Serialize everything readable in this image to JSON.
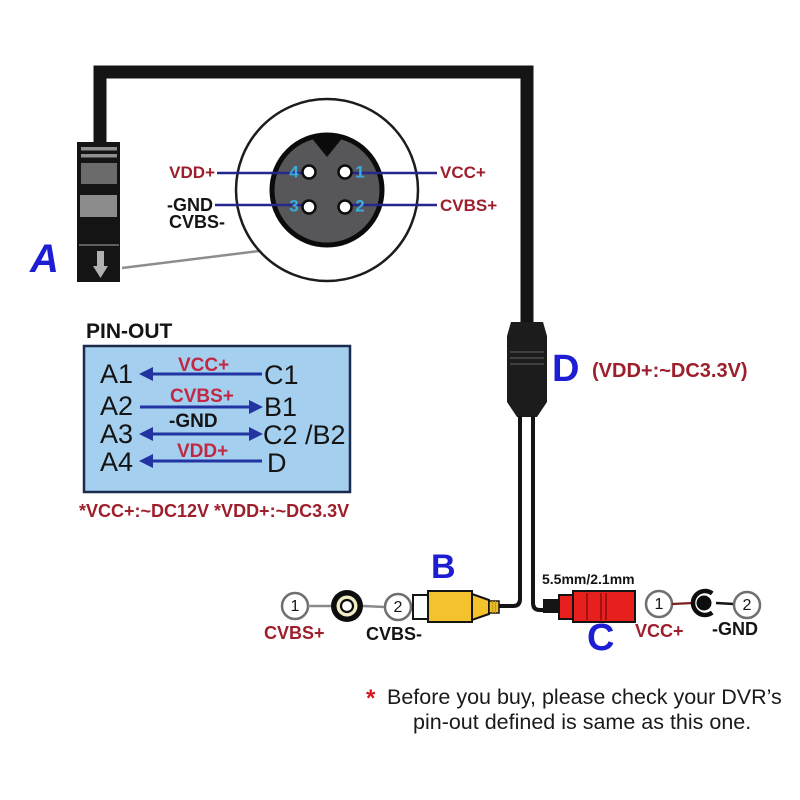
{
  "colors": {
    "dark_red_label": "#9e1f2c",
    "crimson_table_label": "#c02944",
    "blue_connector_letter": "#1d1dd4",
    "navy_wire_line": "#26268c",
    "cyan_pin_number": "#38aede",
    "table_background": "#a4cfee",
    "rca_yellow": "#f3c22d",
    "dc_jack_red": "#e8201d",
    "footnote_asterisk_red": "#d51920",
    "cable_black": "#141414"
  },
  "top": {
    "connector_a_label": "A",
    "face": {
      "pin_numbers": {
        "p4": "4",
        "p1": "1",
        "p3": "3",
        "p2": "2"
      },
      "left_labels": {
        "vdd": "VDD+",
        "gnd": "-GND",
        "cvbs_minus": "CVBS-"
      },
      "right_labels": {
        "vcc": "VCC+",
        "cvbs_plus": "CVBS+"
      }
    }
  },
  "pinout": {
    "title": "PIN-OUT",
    "rows": [
      {
        "left": "A1",
        "signal": "VCC+",
        "right": "C1",
        "direction": "left"
      },
      {
        "left": "A2",
        "signal": "CVBS+",
        "right": "B1",
        "direction": "right"
      },
      {
        "left": "A3",
        "signal": "-GND",
        "right": "C2 /B2",
        "direction": "both"
      },
      {
        "left": "A4",
        "signal": "VDD+",
        "right": "D",
        "direction": "left"
      }
    ],
    "note": "*VCC+:~DC12V *VDD+:~DC3.3V"
  },
  "d_section": {
    "label": "D",
    "voltage_note": "(VDD+:~DC3.3V)"
  },
  "b_section": {
    "label": "B",
    "pin1": "1",
    "pin1_label": "CVBS+",
    "pin2": "2",
    "pin2_label": "CVBS-"
  },
  "c_section": {
    "label": "C",
    "size": "5.5mm/2.1mm",
    "pin1": "1",
    "pin1_label": "VCC+",
    "pin2": "2",
    "pin2_label": "-GND"
  },
  "footnote": {
    "mark": "*",
    "line1": "Before you buy, please check your DVR’s",
    "line2": "pin-out defined is same as this one."
  }
}
